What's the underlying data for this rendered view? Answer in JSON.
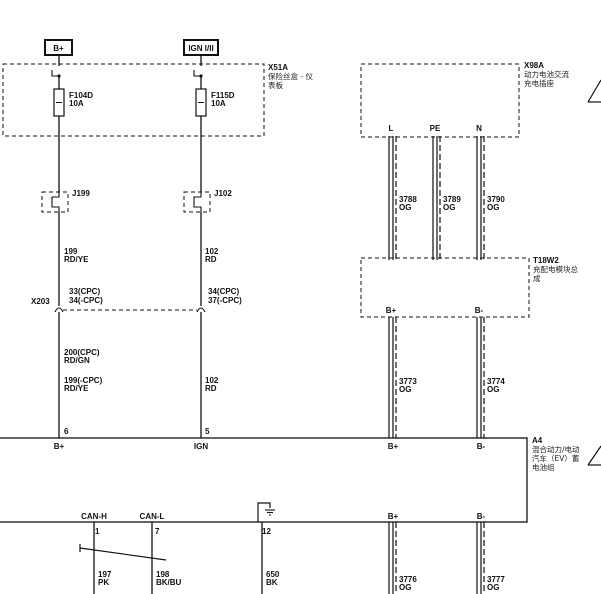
{
  "power_sources": [
    {
      "id": "bplus",
      "label": "B+"
    },
    {
      "id": "ign",
      "label": "IGN I/II"
    }
  ],
  "x51a": {
    "code": "X51A",
    "name_line1": "保险丝盒 - 仪",
    "name_line2": "表板"
  },
  "fuses": [
    {
      "id": "f104d",
      "name": "F104D",
      "rating": "10A"
    },
    {
      "id": "f115d",
      "name": "F115D",
      "rating": "10A"
    }
  ],
  "relays": [
    {
      "id": "j199",
      "name": "J199"
    },
    {
      "id": "j102",
      "name": "J102"
    }
  ],
  "left_wires": {
    "upper_left": {
      "circuit": "199",
      "color": "RD/YE"
    },
    "upper_right": {
      "circuit": "102",
      "color": "RD"
    },
    "lower_left_a": {
      "circuit": "200(CPC)",
      "color": "RD/GN"
    },
    "lower_left_b": {
      "circuit": "199(-CPC)",
      "color": "RD/YE"
    },
    "lower_right": {
      "circuit": "102",
      "color": "RD"
    }
  },
  "x203": {
    "code": "X203",
    "left_pins_a": "33(CPC)",
    "left_pins_b": "34(-CPC)",
    "right_pins_a": "34(CPC)",
    "right_pins_b": "37(-CPC)"
  },
  "x98a": {
    "code": "X98A",
    "name_line1": "动力电池交流",
    "name_line2": "充电插座",
    "pins": [
      "L",
      "PE",
      "N"
    ]
  },
  "charge_wires": [
    {
      "circuit": "3788",
      "color": "OG"
    },
    {
      "circuit": "3789",
      "color": "OG"
    },
    {
      "circuit": "3790",
      "color": "OG"
    }
  ],
  "t18w2": {
    "code": "T18W2",
    "name_line1": "充配电模块总",
    "name_line2": "成",
    "pins": [
      "B+",
      "B-"
    ]
  },
  "mid_wires": [
    {
      "circuit": "3773",
      "color": "OG"
    },
    {
      "circuit": "3774",
      "color": "OG"
    }
  ],
  "a4": {
    "code": "A4",
    "name_line1": "混合动力/电动",
    "name_line2": "汽车（EV）蓄",
    "name_line3": "电池组",
    "top_pins": [
      {
        "num": "6",
        "name": "B+"
      },
      {
        "num": "5",
        "name": "IGN"
      },
      {
        "name": "B+"
      },
      {
        "name": "B-"
      }
    ],
    "bottom_pins": [
      {
        "num": "1",
        "name": "CAN-H"
      },
      {
        "num": "7",
        "name": "CAN-L"
      },
      {
        "num": "12"
      },
      {
        "name": "B+"
      },
      {
        "name": "B-"
      }
    ]
  },
  "bottom_wires": [
    {
      "circuit": "197",
      "color": "PK"
    },
    {
      "circuit": "198",
      "color": "BK/BU"
    },
    {
      "circuit": "650",
      "color": "BK"
    },
    {
      "circuit": "3776",
      "color": "OG"
    },
    {
      "circuit": "3777",
      "color": "OG"
    }
  ]
}
